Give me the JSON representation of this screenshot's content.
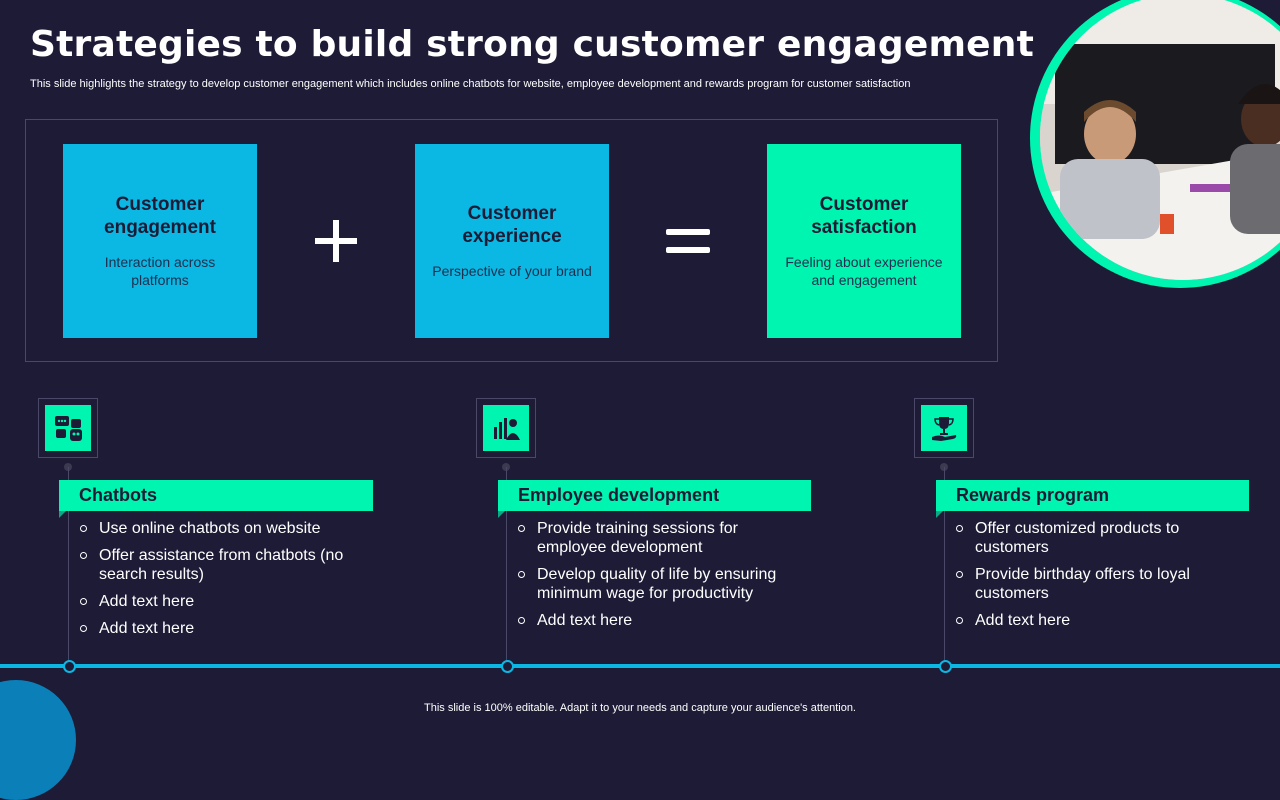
{
  "slide": {
    "title": "Strategies to build strong customer engagement",
    "subtitle": "This slide highlights the strategy to develop customer engagement which includes online chatbots for website, employee development and rewards program for customer satisfaction",
    "footer": "This slide is 100% editable. Adapt it to your needs and capture your audience's attention."
  },
  "formula": {
    "tiles": [
      {
        "heading": "Customer engagement",
        "description": "Interaction across platforms"
      },
      {
        "heading": "Customer experience",
        "description": "Perspective of your brand"
      },
      {
        "heading": "Customer satisfaction",
        "description": "Feeling about experience and engagement"
      }
    ],
    "operators": [
      "plus-icon",
      "equals-icon"
    ]
  },
  "strategies": [
    {
      "icon": "chatbot-icon",
      "title": "Chatbots",
      "bullets": [
        "Use online chatbots on website",
        "Offer assistance from chatbots (no search results)",
        "Add text here",
        "Add text here"
      ]
    },
    {
      "icon": "presentation-chart-icon",
      "title": "Employee development",
      "bullets": [
        "Provide training sessions for employee development",
        "Develop quality of life by ensuring minimum wage for productivity",
        "Add text here"
      ]
    },
    {
      "icon": "trophy-hand-icon",
      "title": "Rewards program",
      "bullets": [
        "Offer customized products to customers",
        "Provide birthday offers to loyal customers",
        "Add text here"
      ]
    }
  ],
  "colors": {
    "background": "#1d1b36",
    "accent_blue": "#0bb8e3",
    "accent_green": "#00f5b1"
  }
}
